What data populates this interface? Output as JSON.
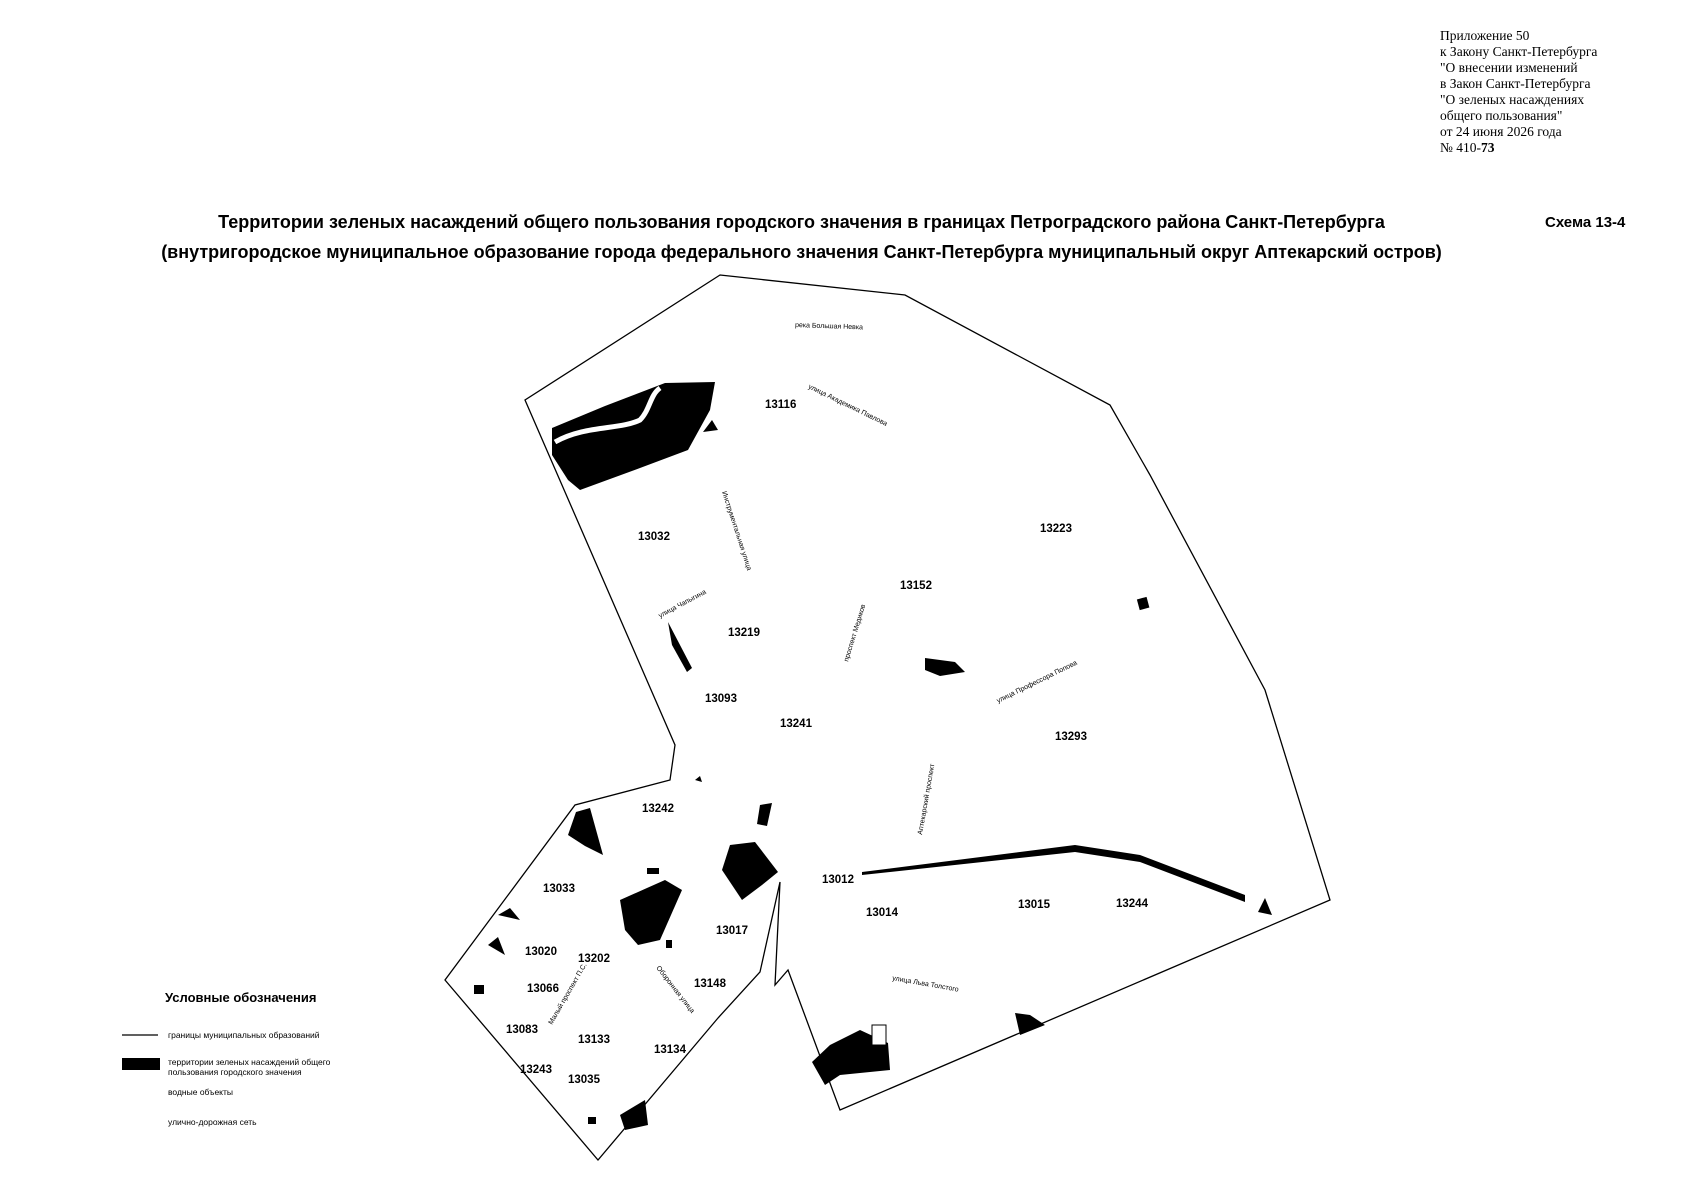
{
  "annex": {
    "lines": [
      "Приложение 50",
      "к Закону Санкт-Петербурга",
      "\"О внесении изменений",
      "в Закон Санкт-Петербурга",
      "\"О зеленых насаждениях",
      "общего пользования\"",
      "от 24 июня 2026 года"
    ],
    "number_prefix": "№ 410-",
    "number_bold": "73"
  },
  "title": {
    "line1": "Территории зеленых насаждений общего пользования городского значения в границах Петроградского района Санкт-Петербурга",
    "line2": "(внутригородское муниципальное образование города федерального значения Санкт-Петербурга муниципальный округ Аптекарский остров)"
  },
  "scheme_label": "Схема 13-4",
  "map": {
    "zones": [
      "13116",
      "13032",
      "13223",
      "13152",
      "13219",
      "13093",
      "13241",
      "13293",
      "13242",
      "13012",
      "13014",
      "13015",
      "13244",
      "13033",
      "13017",
      "13020",
      "13202",
      "13148",
      "13066",
      "13083",
      "13133",
      "13134",
      "13243",
      "13035"
    ],
    "streets": [
      "река Большая Невка",
      "улица Академика Павлова",
      "Инструментальная улица",
      "улица Чапыгина",
      "проспект Медиков",
      "улица Профессора Попова",
      "Аптекарский проспект",
      "улица Льва Толстого",
      "Малый проспект П.С.",
      "Оборонная улица"
    ],
    "colors": {
      "boundary": "#000000",
      "green_zone": "#000000",
      "background": "#ffffff"
    }
  },
  "legend": {
    "title": "Условные обозначения",
    "items": [
      {
        "label_lines": [
          "границы муниципальных образований"
        ],
        "symbol": "line"
      },
      {
        "label_lines": [
          "территории зеленых насаждений общего",
          "пользования городского значения"
        ],
        "symbol": "filled-rect"
      },
      {
        "label_lines": [
          "водные объекты"
        ],
        "symbol": "none"
      },
      {
        "label_lines": [
          "улично-дорожная сеть"
        ],
        "symbol": "none"
      }
    ]
  }
}
